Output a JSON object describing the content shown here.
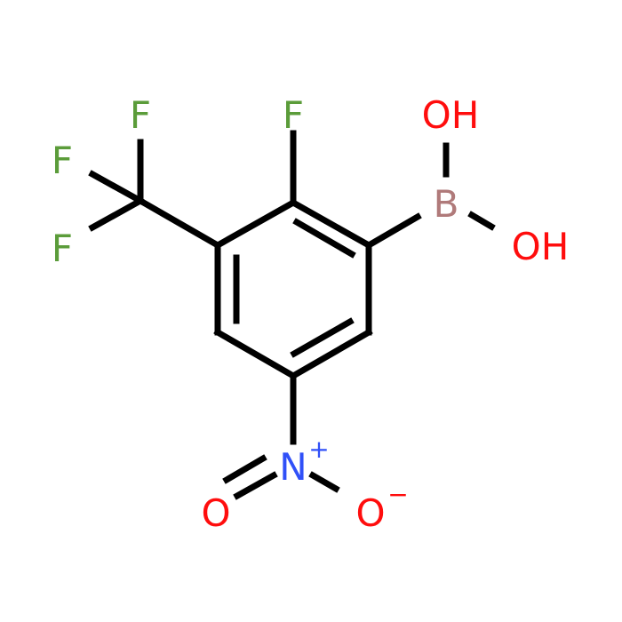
{
  "colors": {
    "bond": "#000000",
    "fluorine": "#5b9c3a",
    "oxygen": "#ff0d0d",
    "nitrogen": "#3050f8",
    "boron": "#b07a7a",
    "background": "#ffffff"
  },
  "atoms": {
    "f_top_cf3": "F",
    "f_left_cf3": "F",
    "f_bottom_cf3": "F",
    "f_ring": "F",
    "boron": "B",
    "oh_upper": "OH",
    "oh_lower": "OH",
    "nitrogen": "N",
    "n_charge": "+",
    "o_left": "O",
    "o_right": "O",
    "o_charge": "−"
  }
}
